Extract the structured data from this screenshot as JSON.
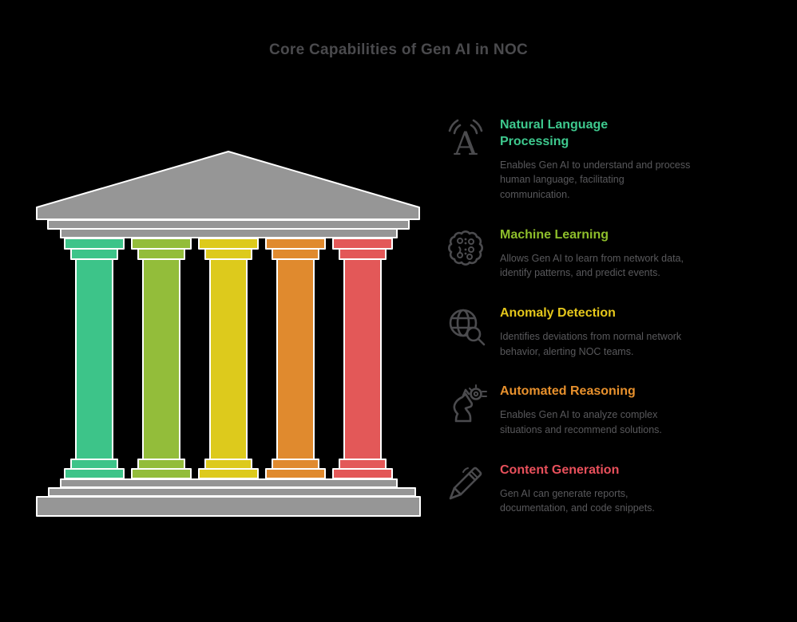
{
  "page": {
    "background_color": "#000000"
  },
  "title": {
    "text": "Core Capabilities of Gen AI in NOC",
    "color": "#4a4a4d"
  },
  "temple": {
    "structure_color": "#969696",
    "outline_color": "#ffffff",
    "pillar_colors": [
      "#3dc489",
      "#93bd3a",
      "#ddca1c",
      "#e08a2e",
      "#e35858"
    ]
  },
  "capabilities": [
    {
      "icon": "language-waves-icon",
      "title": "Natural Language Processing",
      "color": "#3ec98e",
      "description": "Enables Gen AI to understand and process human language, facilitating communication."
    },
    {
      "icon": "digital-brain-icon",
      "title": "Machine Learning",
      "color": "#8ebe2b",
      "description": "Allows Gen AI to learn from network data, identify patterns, and predict events."
    },
    {
      "icon": "globe-magnifier-icon",
      "title": "Anomaly Detection",
      "color": "#e5c71b",
      "description": "Identifies deviations from normal network behavior, alerting NOC teams."
    },
    {
      "icon": "knight-gear-icon",
      "title": "Automated Reasoning",
      "color": "#e8912d",
      "description": "Enables Gen AI to analyze complex situations and recommend solutions."
    },
    {
      "icon": "pen-icon",
      "title": "Content Generation",
      "color": "#e8505b",
      "description": "Gen AI can generate reports, documentation, and code snippets."
    }
  ]
}
